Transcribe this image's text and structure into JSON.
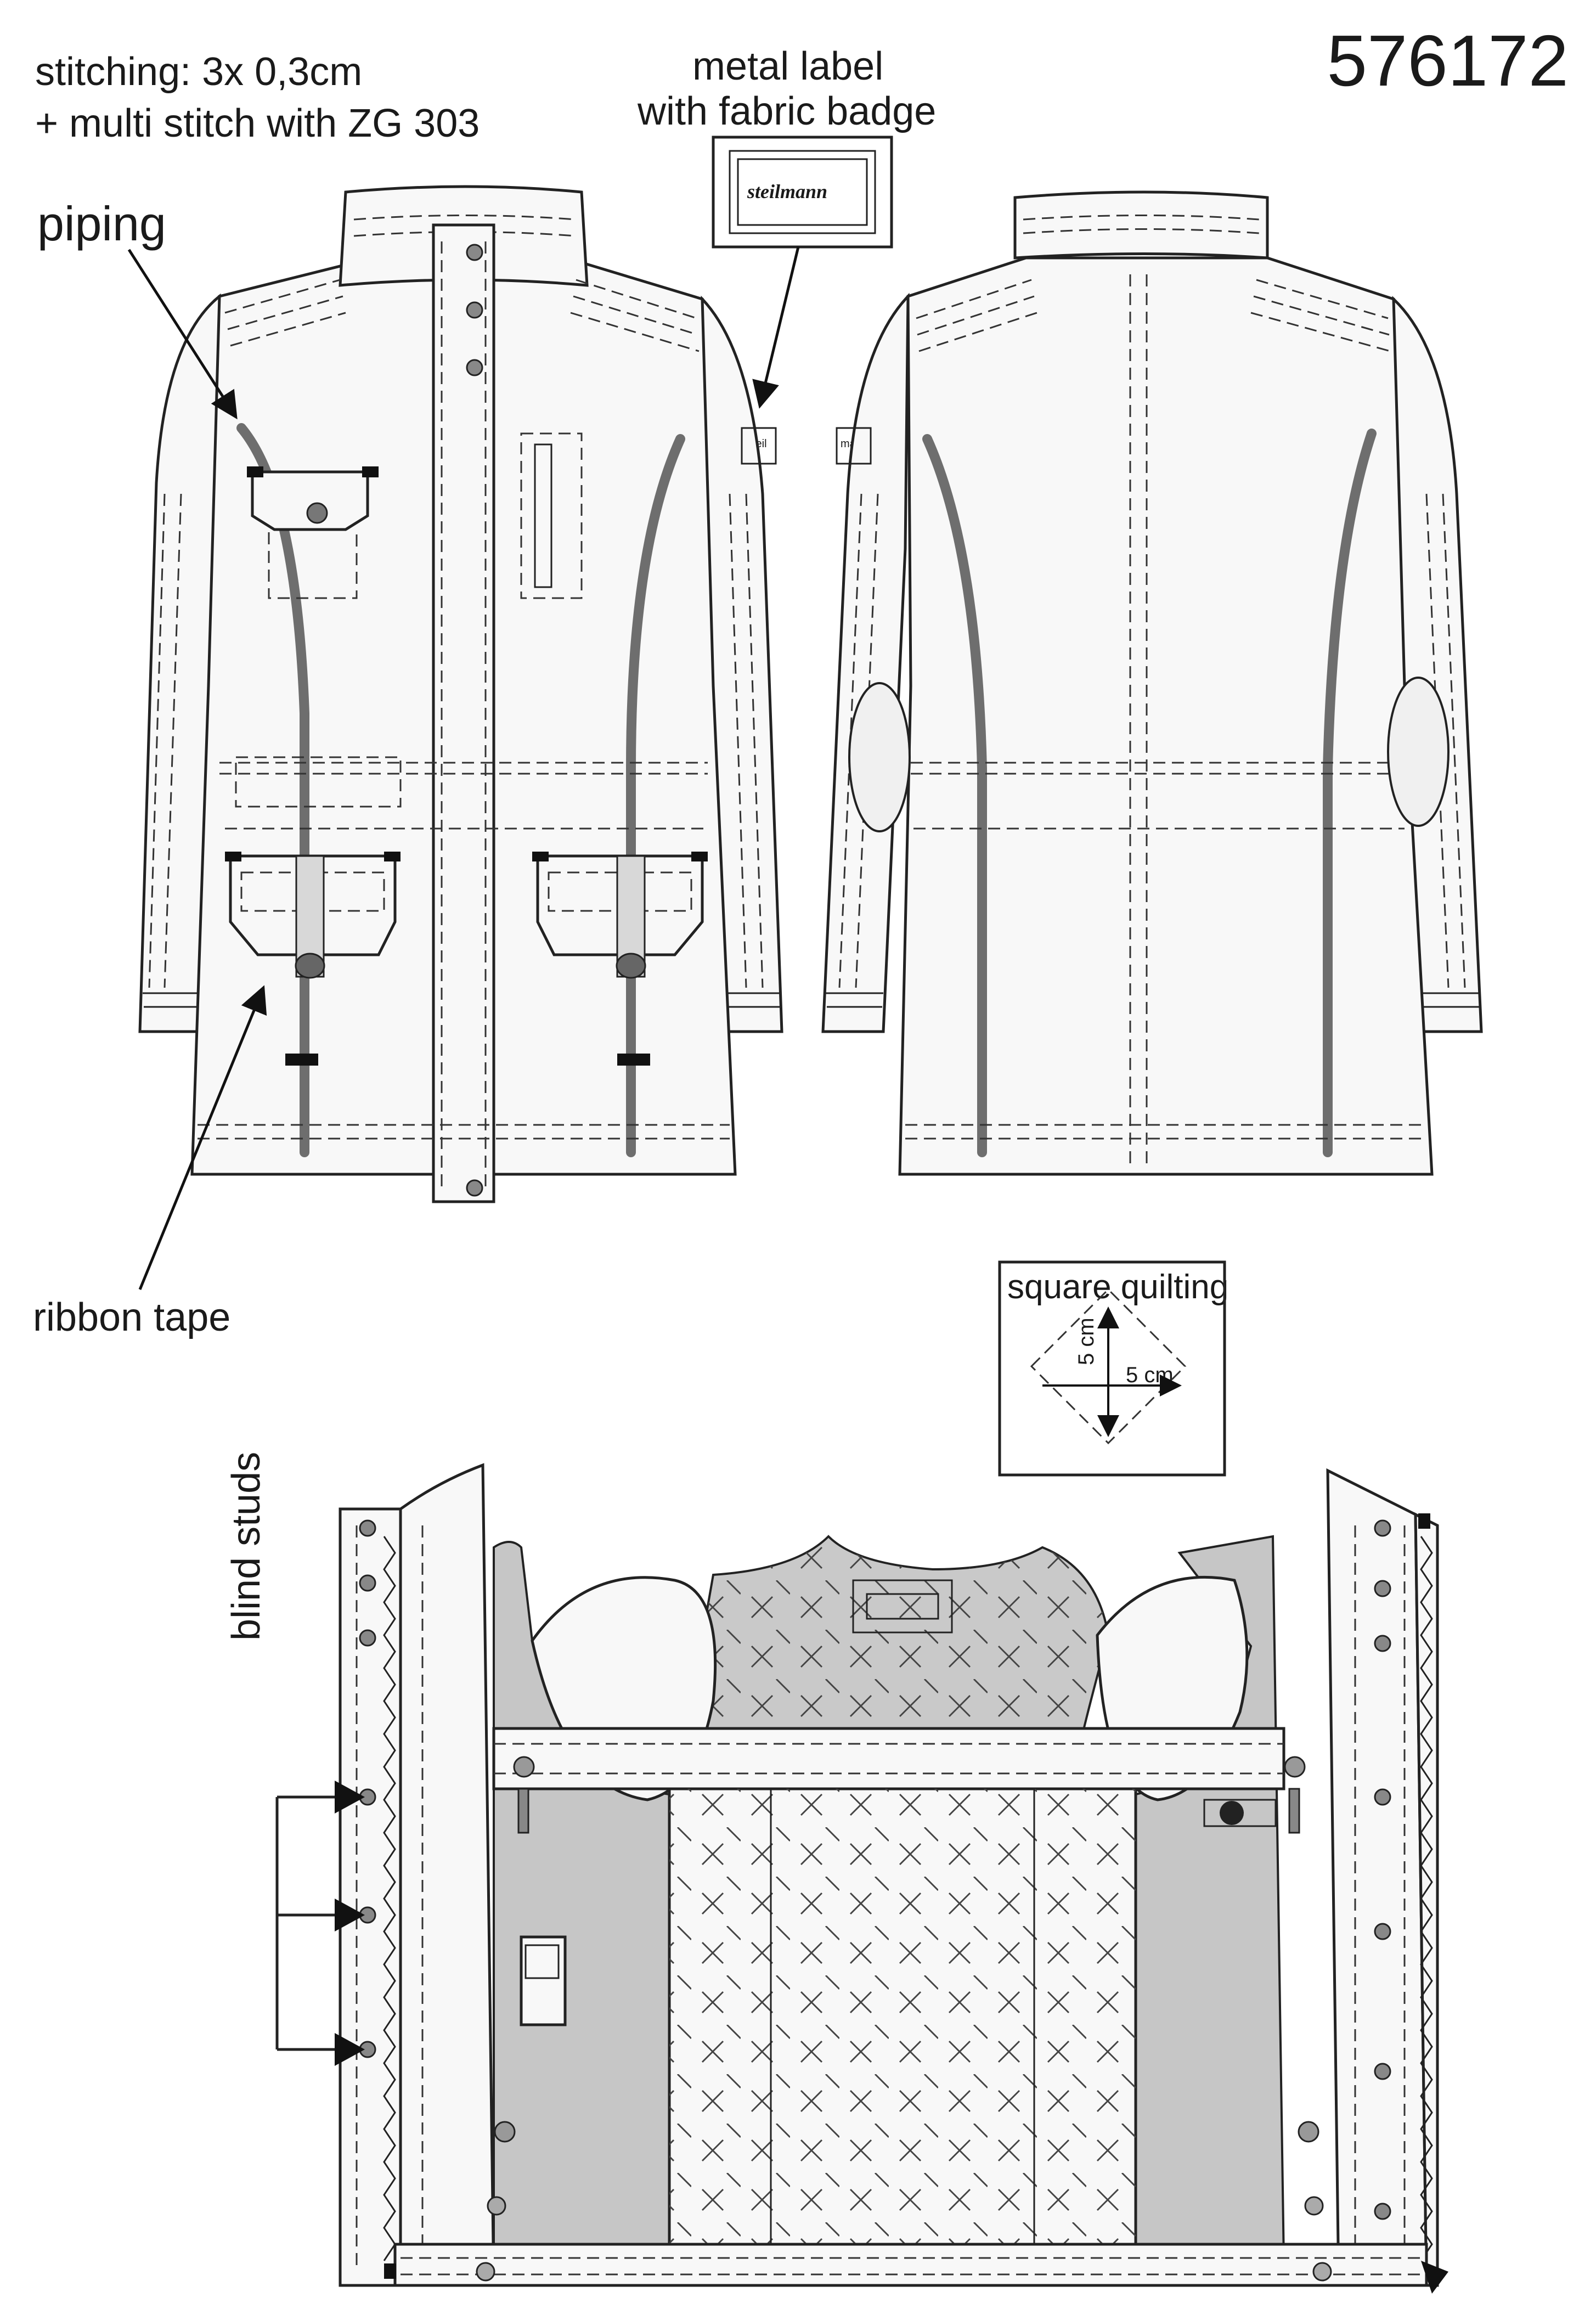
{
  "style_number": "576172",
  "notes": {
    "stitching_line1": "stitching: 3x 0,3cm",
    "stitching_line2": "+ multi stitch with ZG 303",
    "metal_label_line1": "metal label",
    "metal_label_line2": "with fabric badge",
    "piping": "piping",
    "ribbon_tape": "ribbon tape",
    "square_quilting": "square quilting",
    "quilt_dim_vertical": "5 cm",
    "quilt_dim_horizontal": "5 cm",
    "blind_studs": "blind studs"
  },
  "badge": {
    "brand": "steilmann",
    "sleeve_tag_front": "steil",
    "sleeve_tag_back": "mann"
  },
  "colors": {
    "piping": "#6e6e6e",
    "lining": "#c6c6c6",
    "fabric": "#f8f8f8",
    "line": "#222222"
  }
}
